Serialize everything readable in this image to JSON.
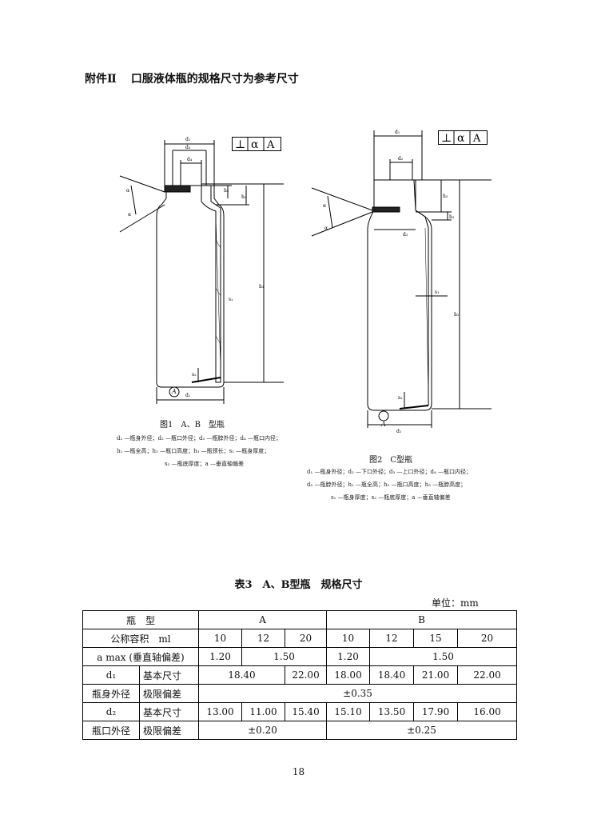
{
  "heading": {
    "annex": "附件Ⅱ",
    "title": "口服液体瓶的规格尺寸为参考尺寸"
  },
  "figure1": {
    "caption": "图1　A、B　型瓶",
    "legend": [
      "d₁ —瓶身外径；d₂ —瓶口外径；d₃ —瓶脖外径；d₄ —瓶口内径；",
      "h₁ —瓶全高；h₂ —瓶口高度；h₃ —瓶颈长；s₁ —瓶身厚度；",
      "s₂ —瓶底厚度；a —垂直轴偏差"
    ]
  },
  "figure2": {
    "caption": "图2　C型瓶",
    "legend": [
      "d₁ —瓶身外径；d₂ —下口外径；d₃ —上口外径；d₄ —瓶口内径；",
      "d₅ —瓶脖外径；h₁ —瓶全高；h₂ —瓶口高度；h₃ —瓶脖高度；",
      "s₁ —瓶身厚度；s₂ —瓶底厚度；a —垂直轴偏差"
    ]
  },
  "tolerance_frame": {
    "symbol": "⊥",
    "value": "α",
    "datum": "A"
  },
  "datum_label": "A",
  "table": {
    "title": "表3　A、B型瓶　规格尺寸",
    "unit": "单位：mm",
    "type_label": "瓶　型",
    "type_a": "A",
    "type_b": "B",
    "capacity_label": "公称容积　ml",
    "capacities": [
      "10",
      "12",
      "20",
      "10",
      "12",
      "15",
      "20"
    ],
    "amax_label": "a max (垂直轴偏差)",
    "amax_values": [
      "1.20",
      "1.50",
      "1.20",
      "1.50"
    ],
    "d1_symbol": "d₁",
    "d1_name": "瓶身外径",
    "d1_basic_label": "基本尺寸",
    "d1_basic_values": [
      "18.40",
      "22.00",
      "18.00",
      "18.40",
      "21.00",
      "22.00"
    ],
    "d1_tol_label": "极限偏差",
    "d1_tol_value": "±0.35",
    "d2_symbol": "d₂",
    "d2_name": "瓶口外径",
    "d2_basic_label": "基本尺寸",
    "d2_basic_values": [
      "13.00",
      "11.00",
      "15.40",
      "15.10",
      "13.50",
      "17.90",
      "16.00"
    ],
    "d2_tol_label": "极限偏差",
    "d2_tol_a": "±0.20",
    "d2_tol_b": "±0.25"
  },
  "page_number": "18"
}
